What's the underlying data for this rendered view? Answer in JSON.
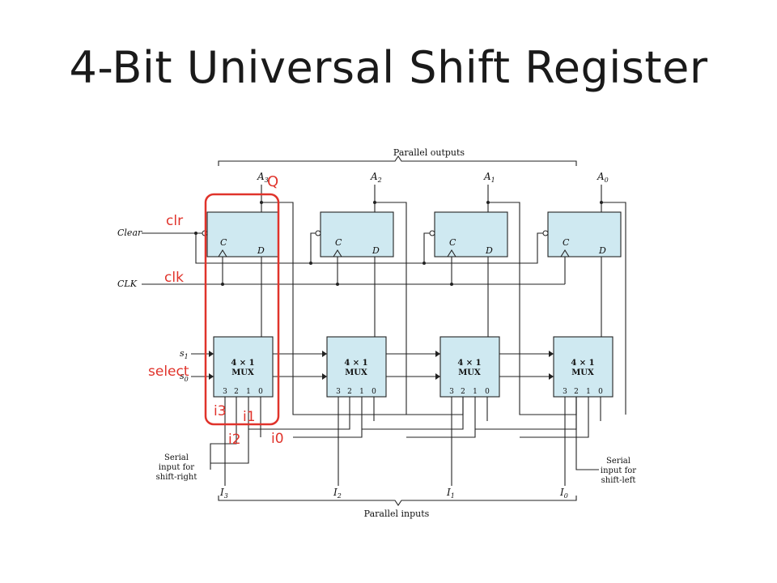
{
  "title": "4-Bit Universal Shift Register",
  "diagram": {
    "parallel_outputs": "Parallel outputs",
    "parallel_inputs": "Parallel inputs",
    "outputs": [
      {
        "name": "A",
        "sub": "3"
      },
      {
        "name": "A",
        "sub": "2"
      },
      {
        "name": "A",
        "sub": "1"
      },
      {
        "name": "A",
        "sub": "0"
      }
    ],
    "inputs": [
      {
        "name": "I",
        "sub": "3"
      },
      {
        "name": "I",
        "sub": "2"
      },
      {
        "name": "I",
        "sub": "1"
      },
      {
        "name": "I",
        "sub": "0"
      }
    ],
    "clear_label": "Clear",
    "clk_label": "CLK",
    "select_lines": [
      {
        "name": "s",
        "sub": "1"
      },
      {
        "name": "s",
        "sub": "0"
      }
    ],
    "ff_c": "C",
    "ff_d": "D",
    "mux_line1": "4 × 1",
    "mux_line2": "MUX",
    "mux_pins": [
      "3",
      "2",
      "1",
      "0"
    ],
    "serial_right": [
      "Serial",
      "input for",
      "shift-right"
    ],
    "serial_left": [
      "Serial",
      "input for",
      "shift-left"
    ]
  },
  "annotations": {
    "color": "#e0332b",
    "q": "Q",
    "clr": "clr",
    "clk": "clk",
    "select": "select",
    "i3": "i3",
    "i2": "i2",
    "i1": "i1",
    "i0": "i0"
  }
}
